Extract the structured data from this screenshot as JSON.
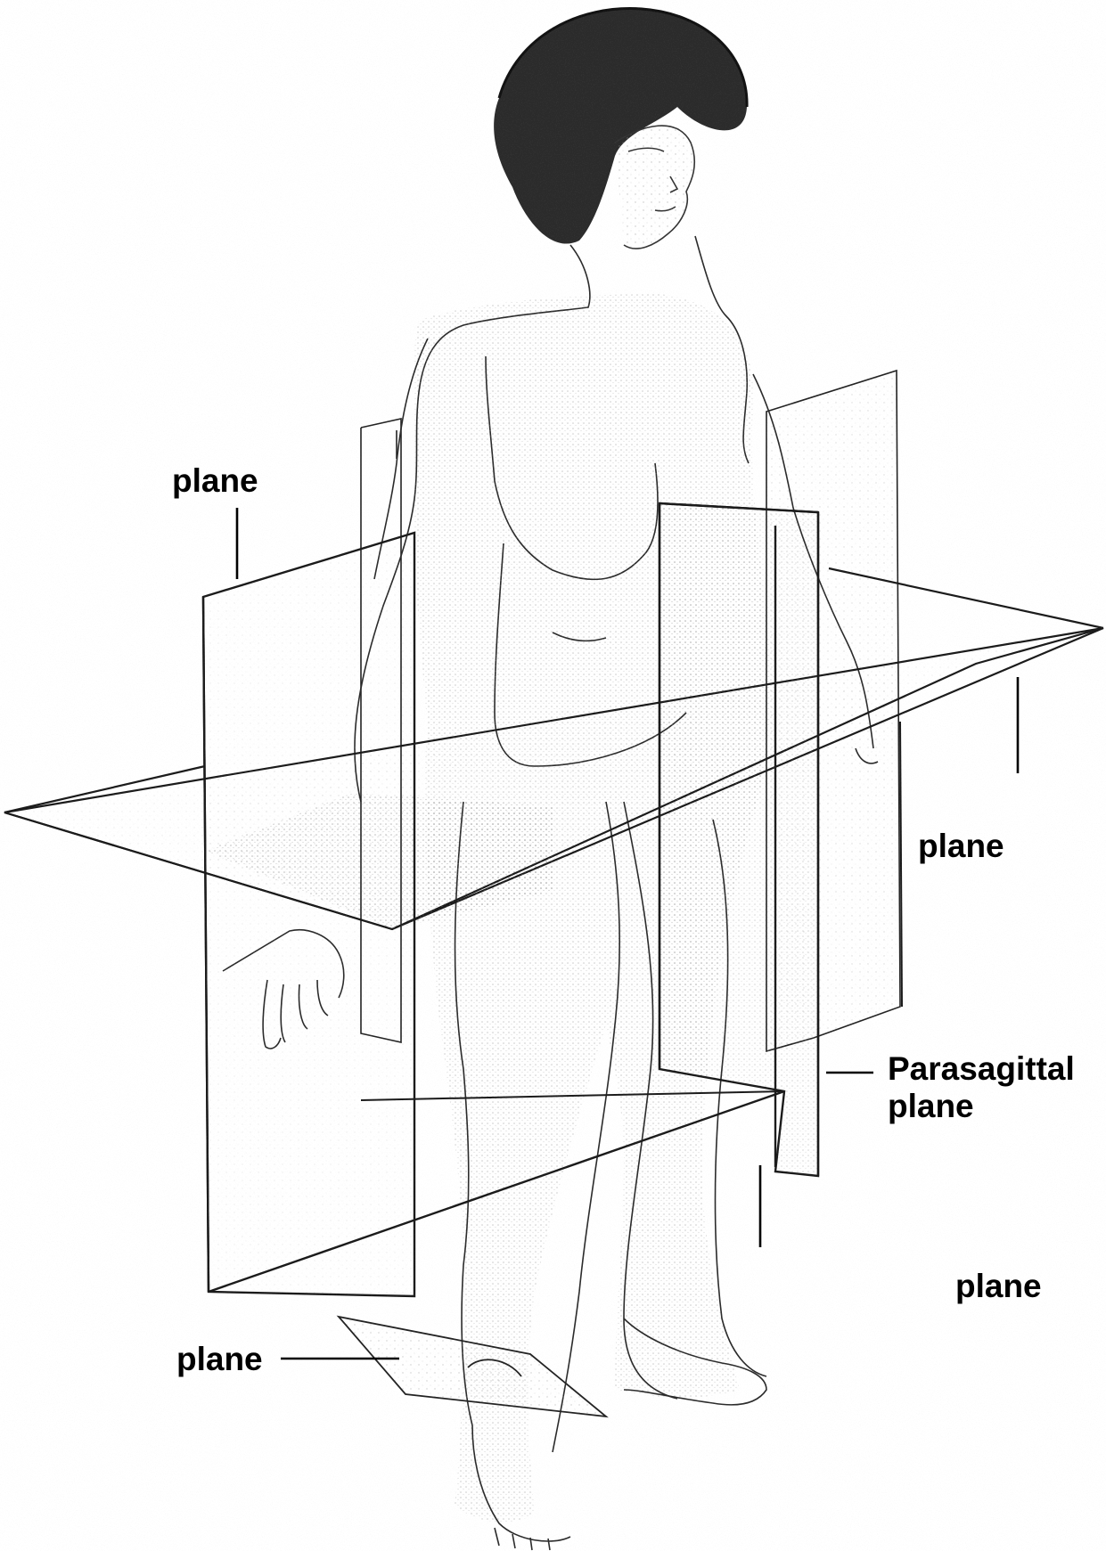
{
  "labels": {
    "plane_top_left": "plane",
    "plane_right": "plane",
    "parasagittal": "Parasagittal\nplane",
    "plane_bottom_right": "plane",
    "plane_bottom_left": "plane"
  },
  "colors": {
    "ink": "#000000",
    "sketch": "#222222",
    "stipple": "#888888",
    "background": "#ffffff"
  }
}
